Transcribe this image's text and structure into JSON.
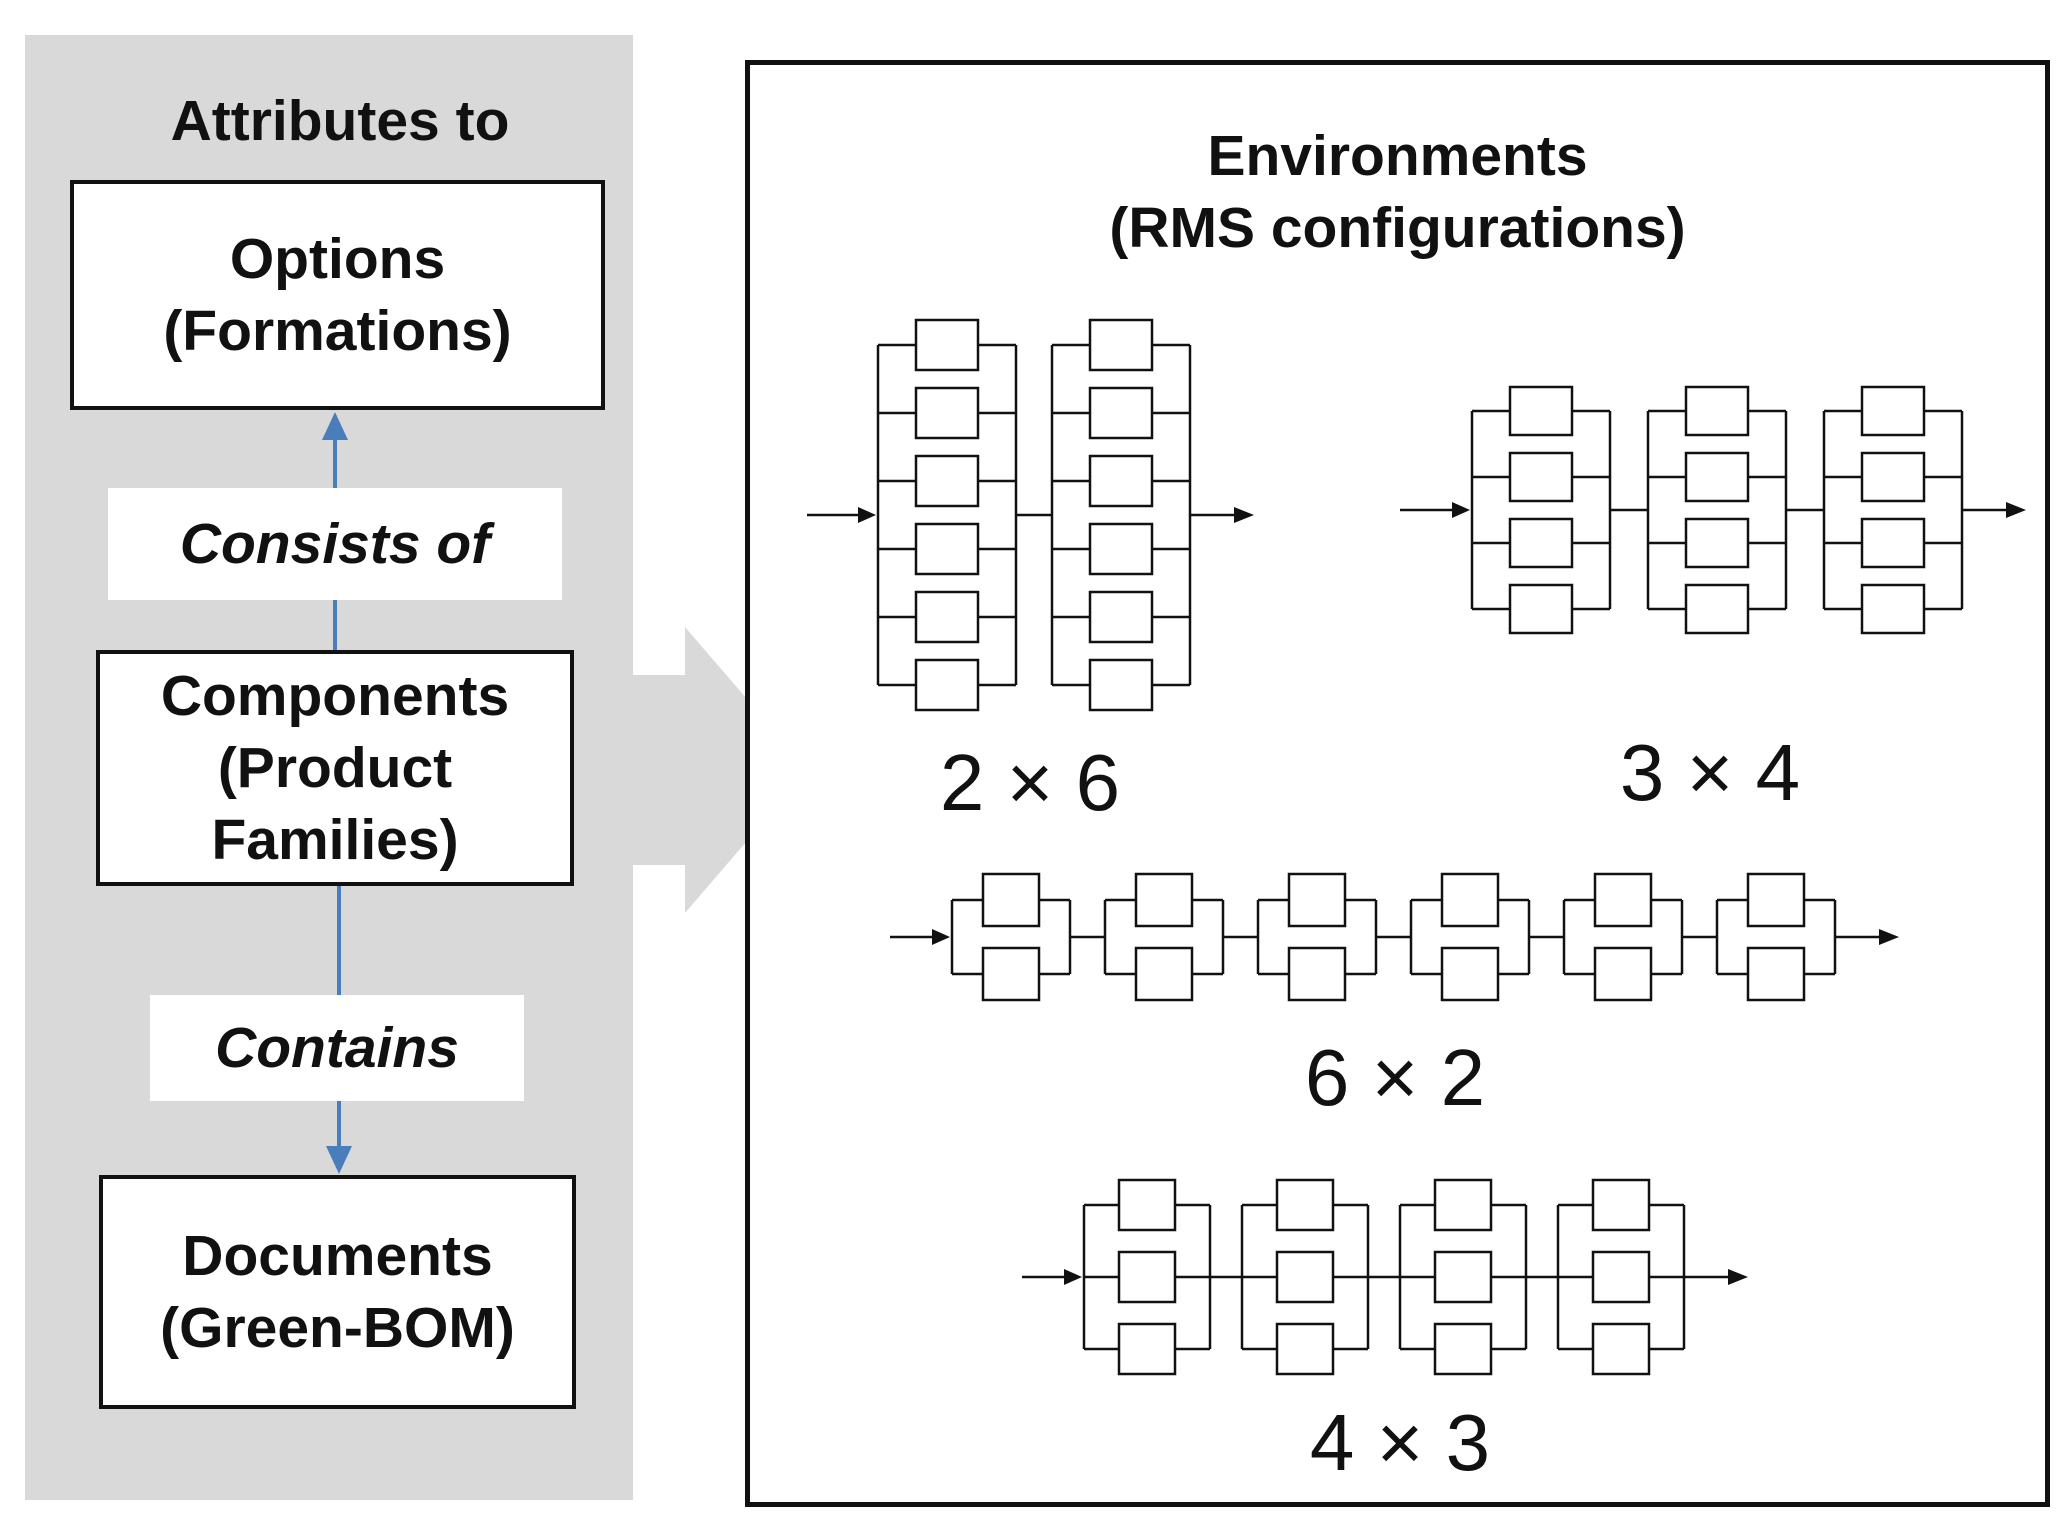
{
  "left_panel": {
    "title": "Attributes to",
    "options_box": {
      "line1": "Options",
      "line2": "(Formations)"
    },
    "relation_consists": "Consists of",
    "components_box": {
      "line1": "Components",
      "line2": "(Product",
      "line3": "Families)"
    },
    "relation_contains": "Contains",
    "documents_box": {
      "line1": "Documents",
      "line2": "(Green-BOM)"
    }
  },
  "environments": {
    "title_line1": "Environments",
    "title_line2": "(RMS configurations)",
    "configurations": [
      {
        "label": "2 × 6",
        "stages": 2,
        "machines_per_stage": 6
      },
      {
        "label": "3 × 4",
        "stages": 3,
        "machines_per_stage": 4
      },
      {
        "label": "6 × 2",
        "stages": 6,
        "machines_per_stage": 2
      },
      {
        "label": "4 × 3",
        "stages": 4,
        "machines_per_stage": 3
      }
    ]
  },
  "colors": {
    "panel_grey": "#d9d9d9",
    "connector_blue": "#4a7ebb",
    "line_black": "#111111",
    "box_white": "#ffffff"
  }
}
